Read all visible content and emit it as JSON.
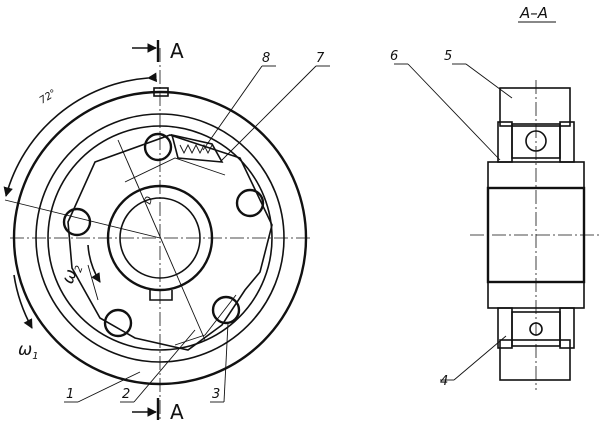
{
  "section_title": "A–A",
  "section_marker_top": "A",
  "section_marker_bottom": "A",
  "angle_label": "72°",
  "omega_1_main": "ω",
  "omega_1_sub": "1",
  "omega_2_main": "ω",
  "omega_2_sub": "2",
  "part_labels": {
    "p1": "1",
    "p2": "2",
    "p3": "3",
    "p4": "4",
    "p5": "5",
    "p6": "6",
    "p7": "7",
    "p8": "8"
  },
  "hub_dimension_label": "D"
}
